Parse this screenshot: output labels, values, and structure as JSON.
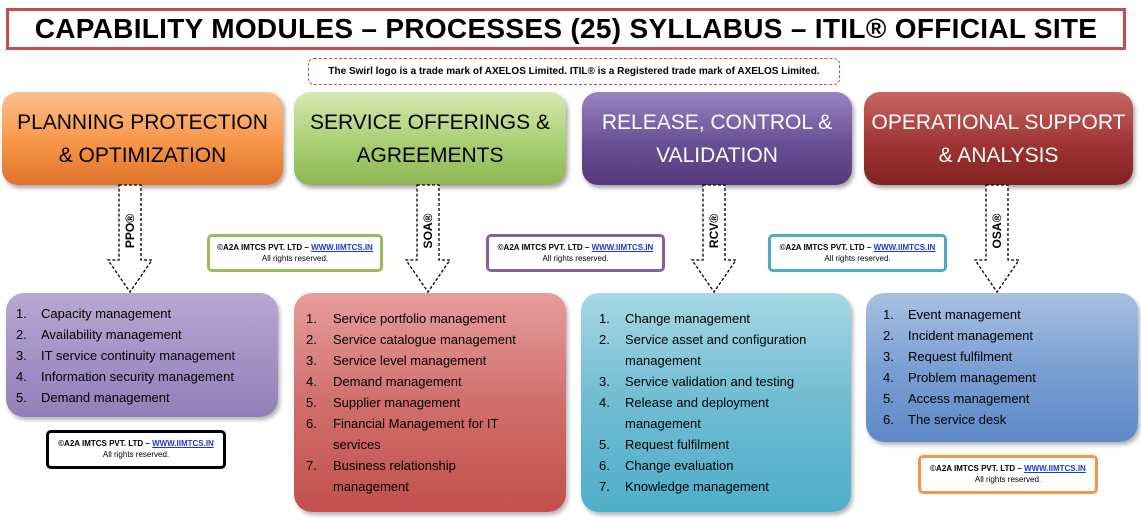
{
  "title": "CAPABILITY MODULES – PROCESSES (25) SYLLABUS – ITIL® OFFICIAL SITE",
  "trademark_note": "The Swirl logo is a trade mark of AXELOS Limited. ITIL® is a Registered trade mark of AXELOS Limited.",
  "copyright": {
    "line1_prefix": "©A2A IMTCS PVT. LTD – ",
    "link": "WWW.IIMTCS.IN",
    "line2": "All rights reserved."
  },
  "colors": {
    "title_border": "#c0504d",
    "ppo": "#f79646",
    "soa": "#9bbb59",
    "rcv": "#604a7b",
    "osa": "#953735",
    "copy_soa_border": "#9bbb59",
    "copy_rcv_border": "#8064a2",
    "copy_osa_border": "#4bacc6",
    "copy_ppo_border": "#000000",
    "copy_last_border": "#f79646"
  },
  "modules": [
    {
      "heading": [
        "PLANNING PROTECTION",
        "& OPTIMIZATION"
      ],
      "abbr": "PPO®",
      "processes": [
        "Capacity management",
        "Availability management",
        "IT service continuity management",
        "Information security management",
        "Demand management"
      ]
    },
    {
      "heading": [
        "SERVICE OFFERINGS &",
        "AGREEMENTS"
      ],
      "abbr": "SOA®",
      "processes": [
        "Service portfolio management",
        "Service catalogue management",
        "Service level management",
        "Demand management",
        "Supplier management",
        [
          "Financial Management for IT",
          "services"
        ],
        [
          "Business relationship",
          "management"
        ]
      ]
    },
    {
      "heading": [
        "RELEASE, CONTROL &",
        "VALIDATION"
      ],
      "abbr": "RCV®",
      "processes": [
        "Change management",
        [
          "Service asset and configuration",
          "management"
        ],
        "Service validation and testing",
        [
          "Release and deployment",
          "management"
        ],
        "Request fulfilment",
        "Change evaluation",
        "Knowledge management"
      ]
    },
    {
      "heading": [
        "OPERATIONAL SUPPORT",
        "& ANALYSIS"
      ],
      "abbr": "OSA®",
      "processes": [
        "Event management",
        "Incident management",
        "Request fulfilment",
        "Problem management",
        "Access management",
        "The service desk"
      ]
    }
  ]
}
